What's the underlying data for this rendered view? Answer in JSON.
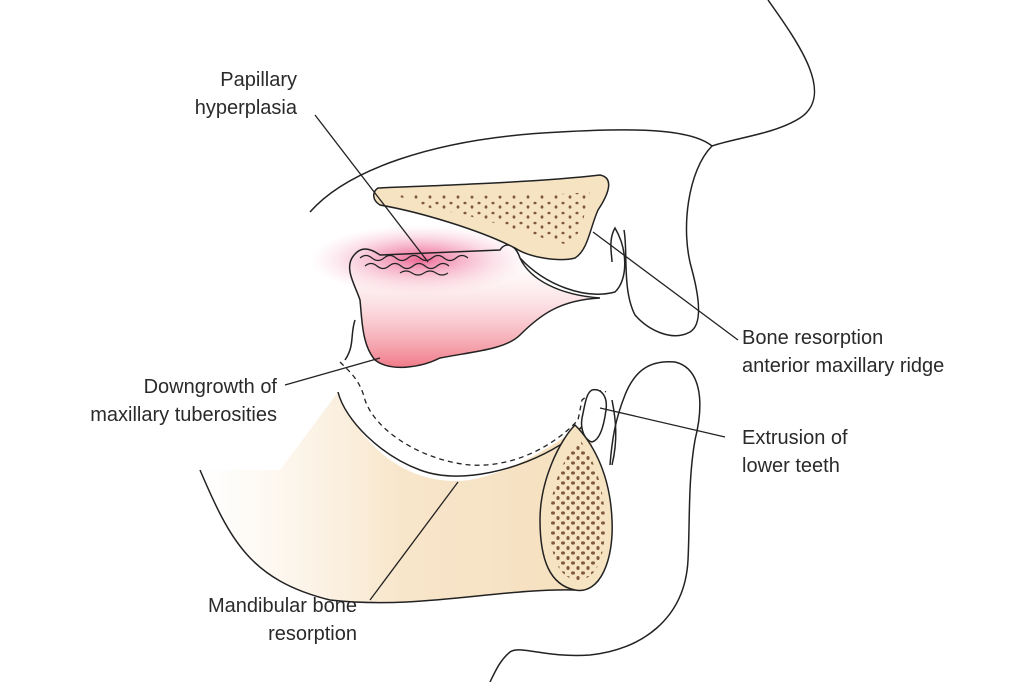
{
  "labels": {
    "papillary": {
      "line1": "Papillary",
      "line2": "hyperplasia"
    },
    "bone_resorption_anterior": {
      "line1": "Bone resorption",
      "line2": "anterior maxillary ridge"
    },
    "downgrowth": {
      "line1": "Downgrowth of",
      "line2": "maxillary tuberosities"
    },
    "extrusion": {
      "line1": "Extrusion of",
      "line2": "lower teeth"
    },
    "mandibular": {
      "line1": "Mandibular bone",
      "line2": "resorption"
    }
  },
  "colors": {
    "bone": "#f6e3c2",
    "inflamed": "#e8608a",
    "tissue": "#f08a96",
    "line": "#222222"
  }
}
